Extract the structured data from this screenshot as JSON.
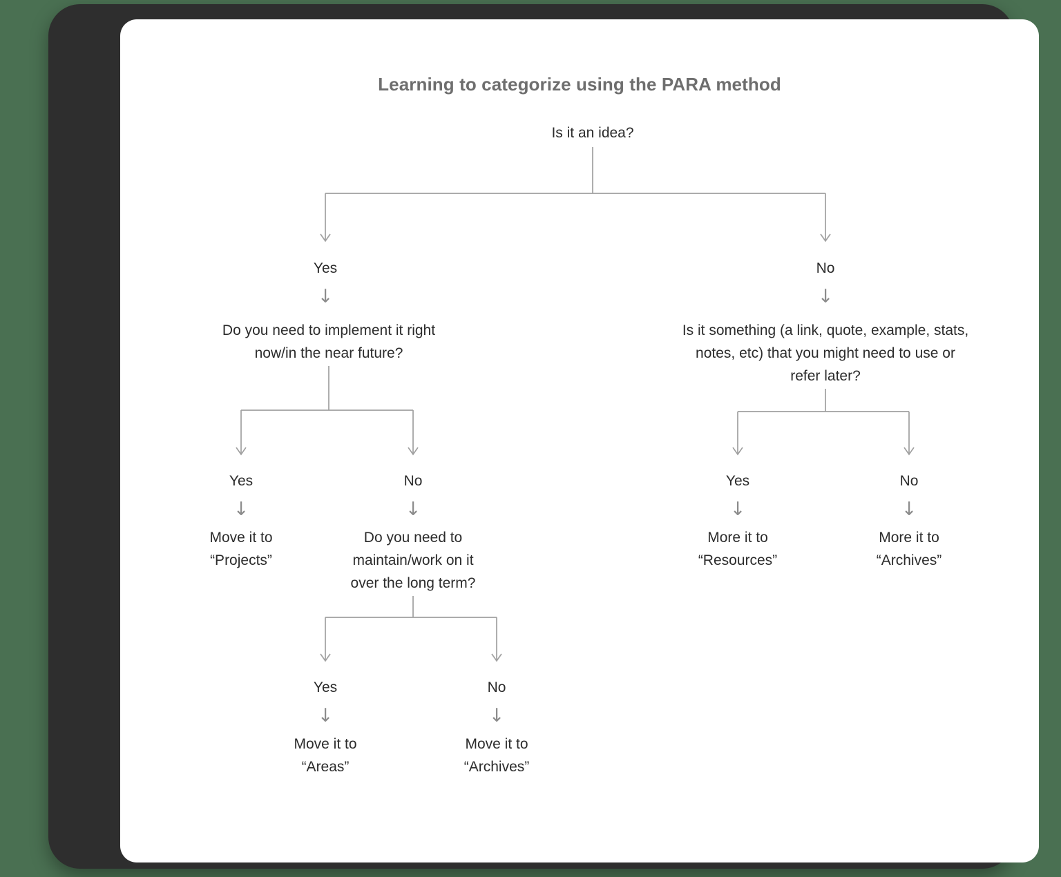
{
  "canvas": {
    "background_color": "#4a7052",
    "card_color": "#ffffff",
    "bezel_color": "#2e2e2e",
    "line_color": "#a0a0a0",
    "title_color": "#6e6e6e",
    "text_color": "#2c2c2c",
    "arrow_color": "#8c8c8c"
  },
  "diagram": {
    "title": "Learning to categorize using the PARA method",
    "type": "decision-tree",
    "arrow_glyph": "↓",
    "nodes": {
      "root_question": "Is it an idea?",
      "left_branch_label": "Yes",
      "right_branch_label": "No",
      "left_question": "Do you need to implement it right\nnow/in the near future?",
      "right_question": "Is it something (a link, quote, example, stats,\nnotes, etc) that you might need to use or\nrefer later?",
      "left_yes_label": "Yes",
      "left_no_label": "No",
      "right_yes_label": "Yes",
      "right_no_label": "No",
      "left_yes_outcome": "Move it to\n“Projects”",
      "left_no_question": "Do you need to\nmaintain/work on it\nover the long term?",
      "right_yes_outcome": "More it to\n“Resources”",
      "right_no_outcome": "More it to\n“Archives”",
      "deep_yes_label": "Yes",
      "deep_no_label": "No",
      "deep_yes_outcome": "Move it to\n“Areas”",
      "deep_no_outcome": "Move it to\n“Archives”"
    }
  }
}
